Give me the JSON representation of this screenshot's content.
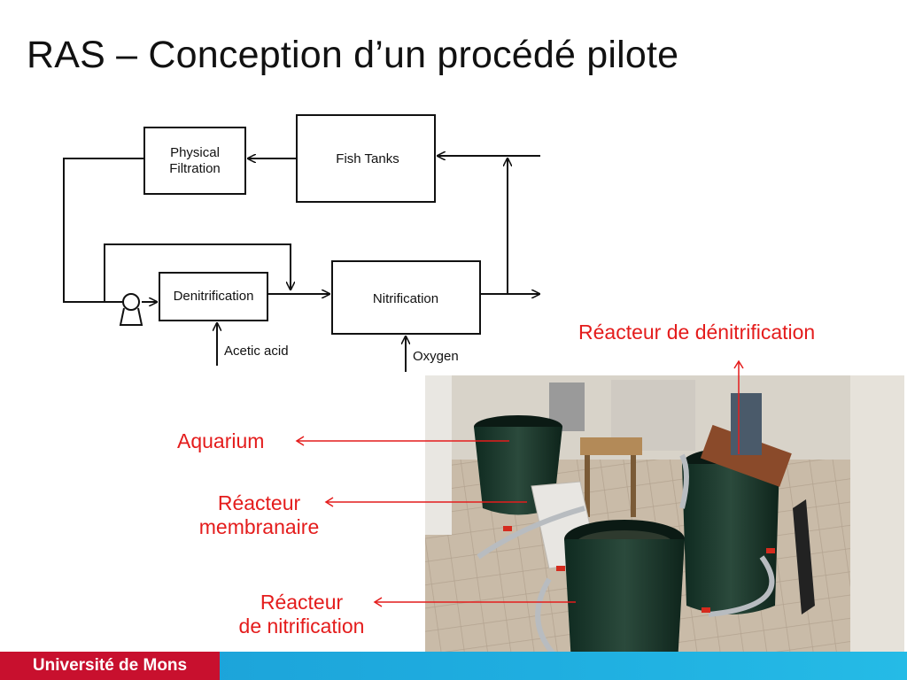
{
  "slide": {
    "title": "RAS – Conception d’un procédé pilote",
    "footer": "Université de Mons"
  },
  "diagram": {
    "physical_filtration": [
      "Physical",
      "Filtration"
    ],
    "fish_tanks": "Fish Tanks",
    "denitrification": "Denitrification",
    "nitrification": "Nitrification",
    "acetic_acid": "Acetic acid",
    "oxygen": "Oxygen"
  },
  "annotations": {
    "reacteur_denitrification": "Réacteur de dénitrification",
    "aquarium": "Aquarium",
    "reacteur_membranaire": [
      "Réacteur",
      "membranaire"
    ],
    "reacteur_nitrification": [
      "Réacteur",
      "de nitrification"
    ]
  },
  "colors": {
    "annotation_red": "#e41c1c",
    "footer_red": "#c8102e",
    "footer_blue": "#1faee0"
  }
}
